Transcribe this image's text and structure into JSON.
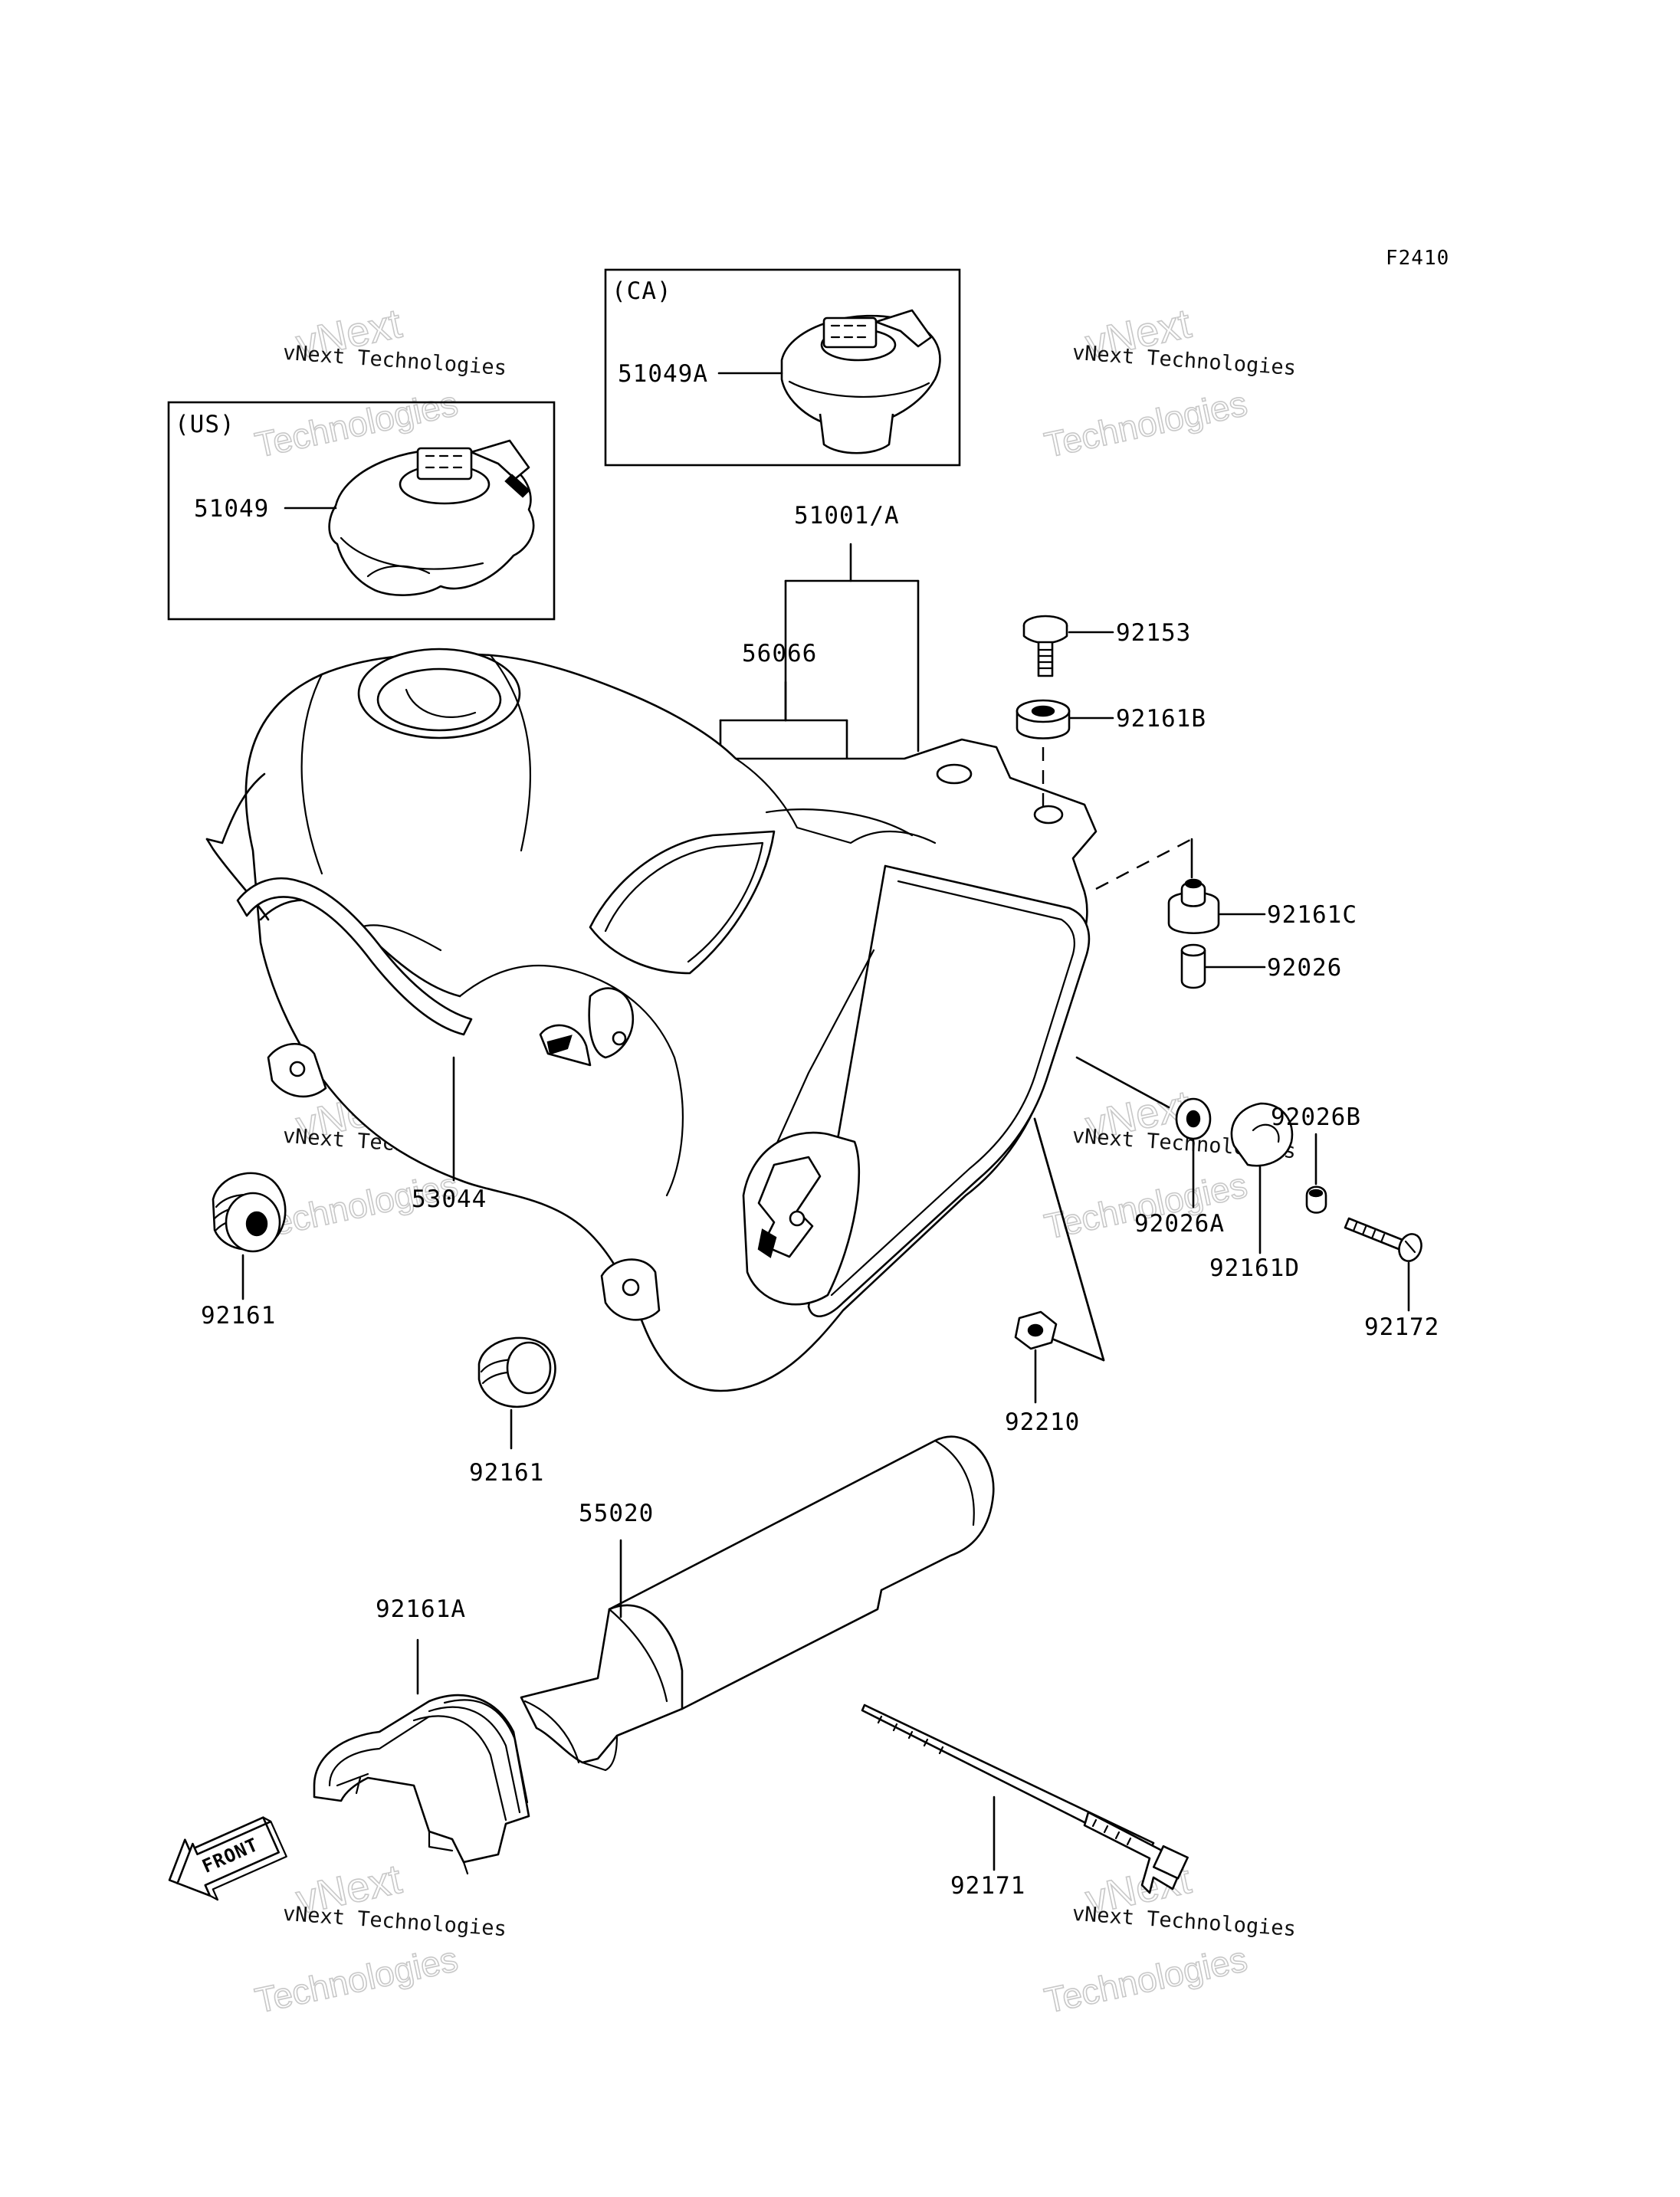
{
  "figure_code": "F2410",
  "regions": {
    "us": "(US)",
    "ca": "(CA)"
  },
  "parts": {
    "p51049": "51049",
    "p51049a": "51049A",
    "p51001a": "51001/A",
    "p56066": "56066",
    "p92153": "92153",
    "p92161b": "92161B",
    "p92161c": "92161C",
    "p92026": "92026",
    "p92026b": "92026B",
    "p92026a": "92026A",
    "p92161d": "92161D",
    "p92172": "92172",
    "p53044": "53044",
    "p92161_left": "92161",
    "p92161_mid": "92161",
    "p92210": "92210",
    "p55020": "55020",
    "p92161a": "92161A",
    "p92171": "92171"
  },
  "front_arrow": "FRONT",
  "watermark": {
    "line1": "vNext",
    "line2": "vNext Technologies",
    "line3": "Technologies"
  }
}
